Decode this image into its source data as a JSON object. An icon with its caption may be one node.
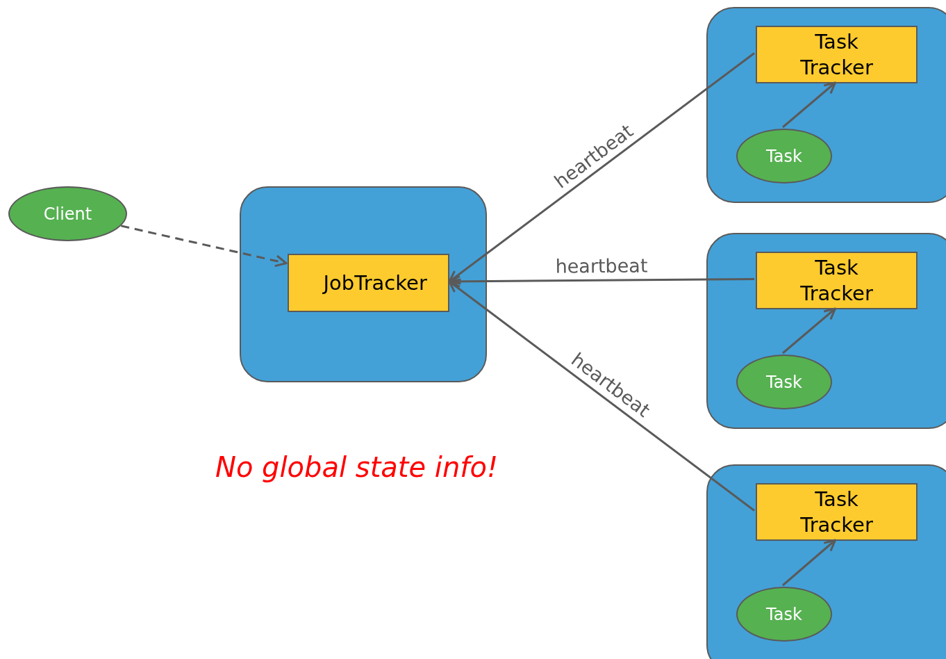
{
  "diagram": {
    "nodes": [
      {
        "text": [
          "Client"
        ]
      },
      {
        "text": [],
        "shape": "box"
      },
      {
        "text": [
          "JobTracker"
        ],
        "in": 1
      },
      {
        "text": [],
        "shape": "box"
      },
      {
        "text": [
          "Task Tracker"
        ],
        "in": 3
      },
      {
        "text": [
          "Task"
        ],
        "in": 3
      },
      {
        "text": [],
        "shape": "box"
      },
      {
        "text": [
          "Task Tracker"
        ],
        "in": 6
      },
      {
        "text": [
          "Task"
        ],
        "in": 6
      },
      {
        "text": [],
        "shape": "box"
      },
      {
        "text": [
          "Task Tracker"
        ],
        "in": 9
      },
      {
        "text": [
          "Task"
        ],
        "in": 9
      }
    ],
    "edges": [
      {
        "from": 0,
        "to": 2,
        "arrow": "to",
        "style": "dashed"
      },
      {
        "from": 4,
        "to": 2,
        "arrow": "to",
        "label": "heartbeat"
      },
      {
        "from": 7,
        "to": 2,
        "arrow": "to",
        "label": "heartbeat"
      },
      {
        "from": 10,
        "to": 2,
        "arrow": "to",
        "label": "heartbeat"
      },
      {
        "from": 5,
        "to": 4,
        "arrow": "to"
      },
      {
        "from": 8,
        "to": 7,
        "arrow": "to"
      },
      {
        "from": 11,
        "to": 10,
        "arrow": "to"
      }
    ],
    "labels": [
      "No global state info!"
    ]
  }
}
